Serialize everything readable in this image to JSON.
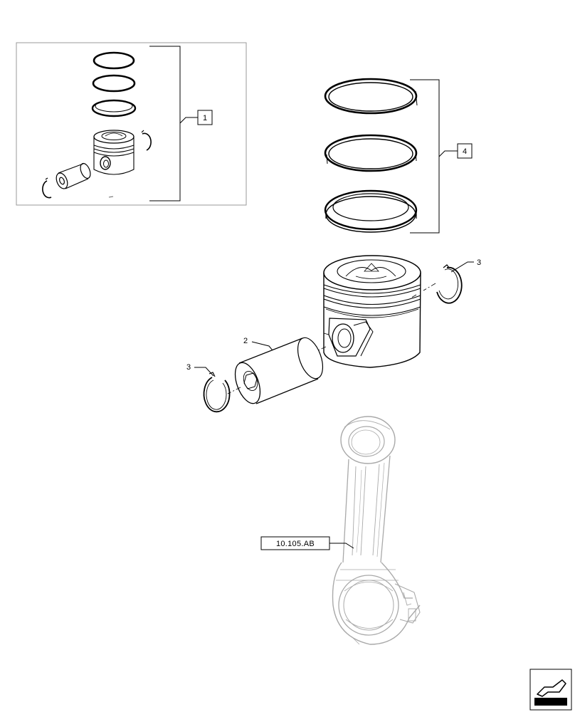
{
  "callouts": {
    "kit_complete": "1",
    "piston_pin": "2",
    "snap_ring_right": "3",
    "snap_ring_left": "3",
    "ring_set": "4"
  },
  "reference": {
    "connecting_rod": "10.105.AB"
  },
  "navigation": {
    "icon": "next-page-arrow-icon"
  },
  "colors": {
    "line": "#000000",
    "ghost": "#a9a9a9",
    "inset_border": "#999999"
  }
}
